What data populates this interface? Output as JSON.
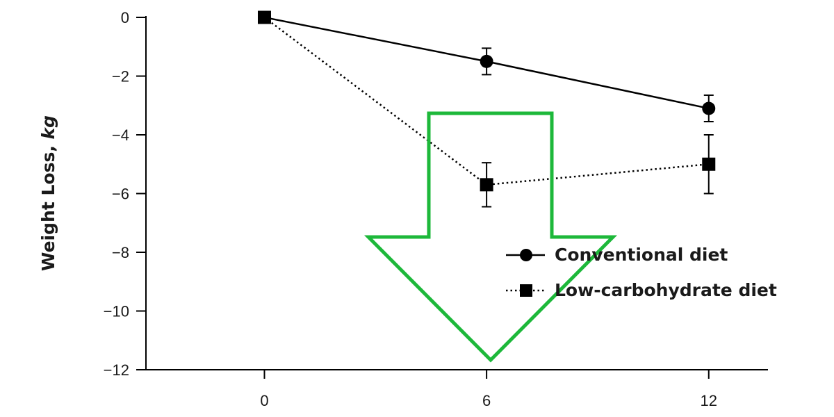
{
  "chart_data": {
    "type": "line",
    "ylabel_main": "Weight Loss, ",
    "ylabel_unit": "kg",
    "xlabel": "",
    "title": "",
    "x_ticks": [
      "0",
      "6",
      "12"
    ],
    "y_ticks": [
      "0",
      "−2",
      "−4",
      "−6",
      "−8",
      "−10",
      "−12"
    ],
    "x_tick_values": [
      0,
      6,
      12
    ],
    "y_tick_values": [
      0,
      -2,
      -4,
      -6,
      -8,
      -10,
      -12
    ],
    "xlim": [
      -3.2,
      13.6
    ],
    "ylim": [
      -12,
      0
    ],
    "grid": false,
    "legend_position": "lower-right",
    "series": [
      {
        "name": "Conventional diet",
        "line_style": "solid",
        "marker": "circle",
        "x": [
          0,
          6,
          12
        ],
        "y": [
          0,
          -1.5,
          -3.1
        ],
        "err": [
          0,
          0.45,
          0.45
        ],
        "color": "#000000"
      },
      {
        "name": "Low-carbohydrate diet",
        "line_style": "dotted",
        "marker": "square",
        "x": [
          0,
          6,
          12
        ],
        "y": [
          0,
          -5.7,
          -5.0
        ],
        "err": [
          0,
          0.75,
          1.0
        ],
        "color": "#000000"
      }
    ],
    "annotation": {
      "type": "down-arrow",
      "color": "#1db83a"
    }
  }
}
